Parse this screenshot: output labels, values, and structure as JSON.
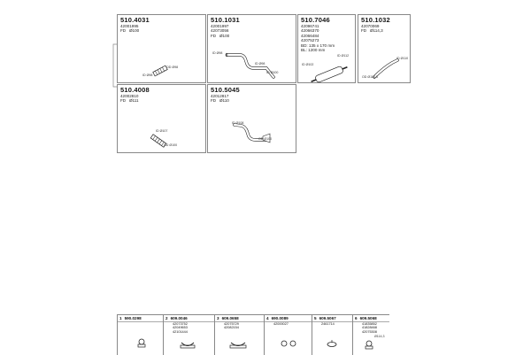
{
  "parts": [
    {
      "pn": "510.4031",
      "details": [
        "42001995",
        "FD   Ø100"
      ],
      "labels": [
        "ID Ø98",
        "OD Ø98"
      ]
    },
    {
      "pn": "510.1031",
      "details": [
        "42001997",
        "42073056",
        "FD   Ø100"
      ],
      "labels": [
        "ID Ø98",
        "ID Ø98",
        "ID Ø100"
      ]
    },
    {
      "pn": "510.7046",
      "details": [
        "42096741",
        "42066370",
        "42066484",
        "42075273",
        "BD: 135 x 170 mm",
        "BL: 1200 mm"
      ],
      "labels": [
        "ID Ø112",
        "ID Ø102"
      ]
    },
    {
      "pn": "510.1032",
      "details": [
        "42070069",
        "FD   Ø114,3"
      ],
      "labels": [
        "ID Ø110",
        "OD Ø114,3"
      ]
    },
    {
      "pn": "510.4008",
      "details": [
        "42002810",
        "FD   Ø111"
      ],
      "labels": [
        "ID Ø107",
        "OD Ø100"
      ]
    },
    {
      "pn": "510.5045",
      "details": [
        "42012817",
        "FD   Ø110"
      ],
      "labels": [
        "ID Ø108",
        "OD Ø100"
      ]
    }
  ],
  "accessories": [
    {
      "idx": "1",
      "pn": "590.0298",
      "details": []
    },
    {
      "idx": "2",
      "pn": "609.0046",
      "details": [
        "42073752",
        "42049653",
        "42101444"
      ]
    },
    {
      "idx": "3",
      "pn": "609.0658",
      "details": [
        "42075729",
        "42082154"
      ]
    },
    {
      "idx": "4",
      "pn": "690.0089",
      "details": [
        "42000027"
      ]
    },
    {
      "idx": "5",
      "pn": "609.5067",
      "details": [
        "2461714"
      ]
    },
    {
      "idx": "6",
      "pn": "609.5068",
      "details": [
        "41835852",
        "41828468",
        "42075308"
      ],
      "extra": "Ø114,3"
    }
  ]
}
